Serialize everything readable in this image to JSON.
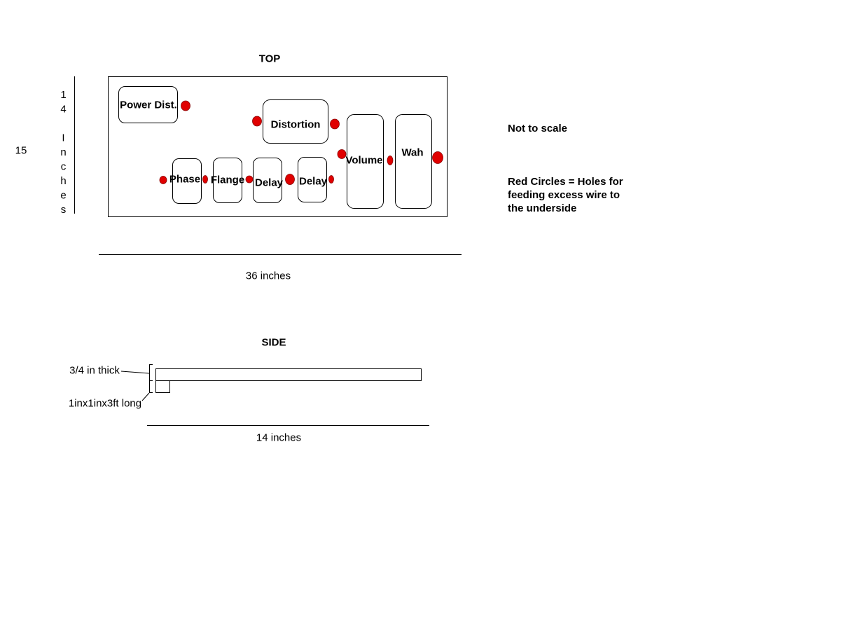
{
  "top_view": {
    "title": "TOP",
    "height_label_outer": "15",
    "height_label_inner": "14 Inches",
    "width_label": "36 inches",
    "pedals": [
      "Power Dist.",
      "Distortion",
      "Phase",
      "Flange",
      "Delay",
      "Delay",
      "Volume",
      "Wah"
    ]
  },
  "notes": {
    "scale": "Not to scale",
    "legend": [
      "Red Circles = Holes for",
      "feeding excess wire to",
      "the underside"
    ]
  },
  "side_view": {
    "title": "SIDE",
    "thickness_label": "3/4 in thick",
    "support_label": "1inx1inx3ft long",
    "width_label": "14 inches"
  },
  "colors": {
    "hole": "#e00000",
    "stroke": "#000000"
  }
}
